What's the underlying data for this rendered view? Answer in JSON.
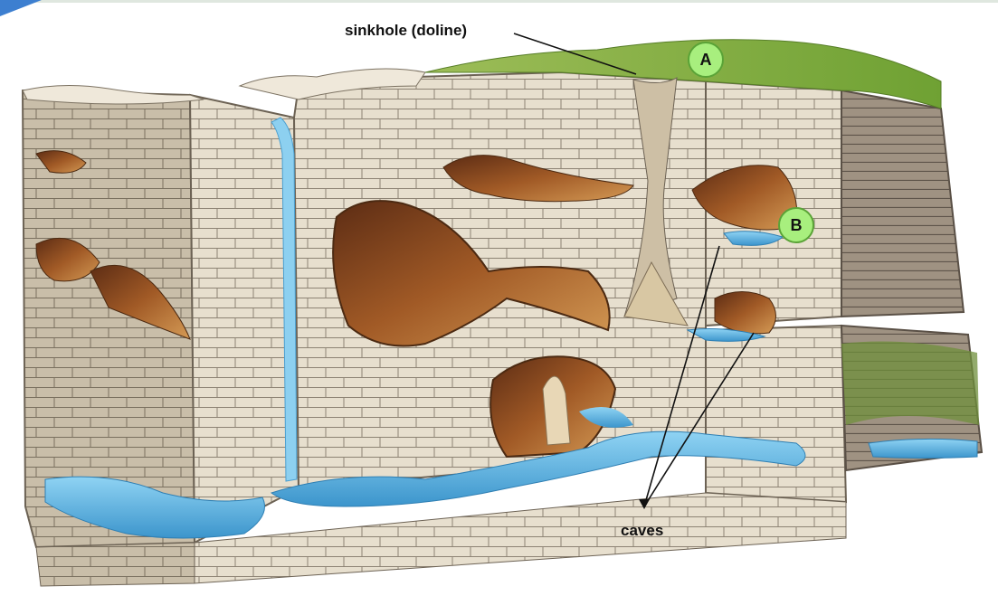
{
  "labels": {
    "sinkhole": "sinkhole (doline)",
    "caves": "caves"
  },
  "markers": {
    "a": "A",
    "b": "B"
  },
  "colors": {
    "grass": "#7fae3c",
    "limestone": "#e4dccb",
    "limestone_side": "#b7aa95",
    "water": "#5fb6e2",
    "cave_interior": "#8a4a22",
    "marker_fill": "#a8ef7e",
    "corner_tab": "#3d7fd0"
  }
}
